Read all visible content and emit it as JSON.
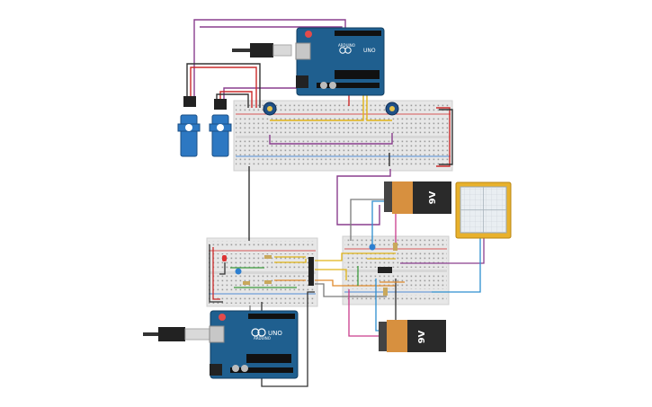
{
  "arduino_top": {
    "brand": "ARDUINO",
    "model": "UNO",
    "made_in": "ARDUINO"
  },
  "arduino_bottom": {
    "brand": "ARDUINO",
    "model": "UNO",
    "made_in": "ARDUINO"
  },
  "battery_top": {
    "label": "9V"
  },
  "battery_bottom": {
    "label": "9V"
  },
  "colors": {
    "arduino_blue": "#1f5f8f",
    "breadboard": "#e7e7e7",
    "rail_red": "#d22727",
    "rail_blue": "#1f6fd0",
    "battery_orange": "#d7903f",
    "battery_black": "#2a2a2a",
    "oscilloscope_frame": "#e8b12c",
    "wire_purple": "#8a3e8e",
    "wire_red": "#cc2b2b",
    "wire_black": "#333333",
    "wire_yellow": "#e0b419",
    "wire_blue": "#2d8fd0",
    "wire_green": "#3c9a3c",
    "wire_orange": "#e08a2c",
    "wire_gray": "#7a7a7a",
    "wire_pink": "#c93c8c"
  }
}
